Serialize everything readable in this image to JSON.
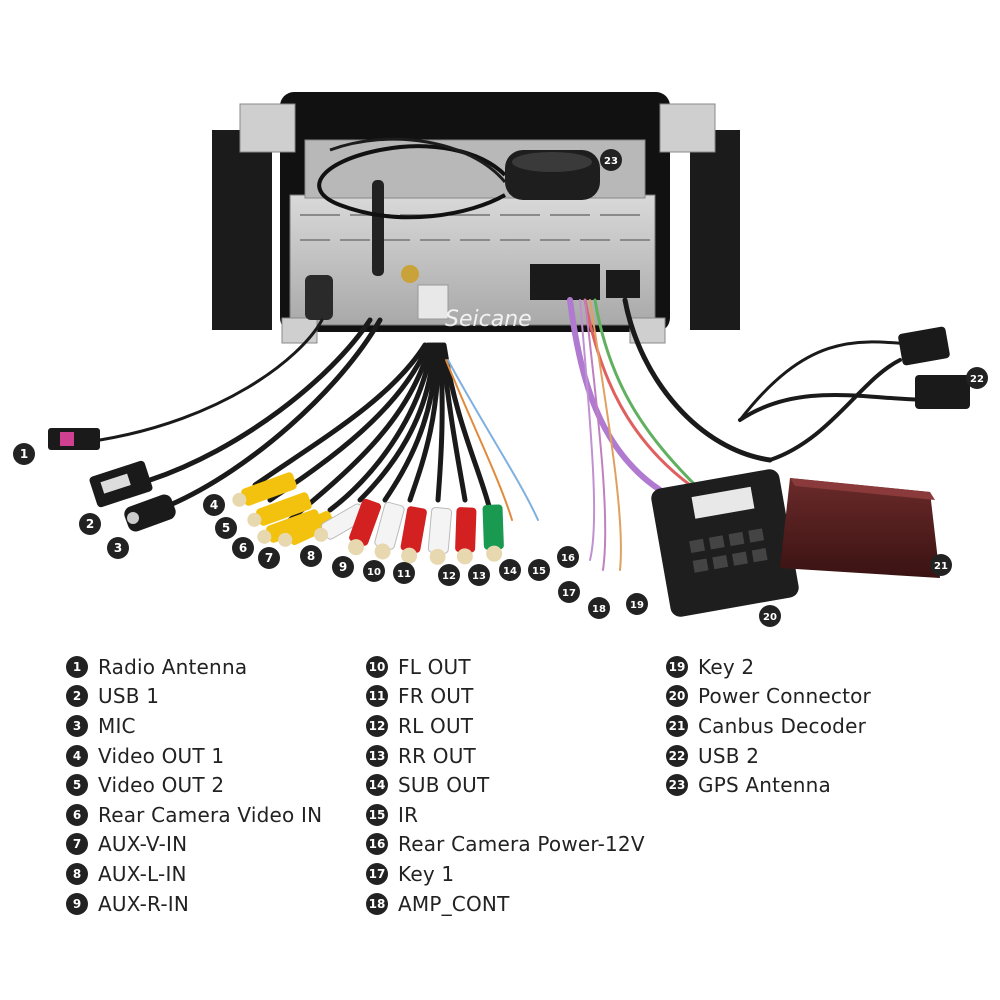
{
  "watermark": "Seicane",
  "callouts": [
    {
      "n": "1"
    },
    {
      "n": "2"
    },
    {
      "n": "3"
    },
    {
      "n": "4"
    },
    {
      "n": "5"
    },
    {
      "n": "6"
    },
    {
      "n": "7"
    },
    {
      "n": "8"
    },
    {
      "n": "9"
    },
    {
      "n": "10"
    },
    {
      "n": "11"
    },
    {
      "n": "12"
    },
    {
      "n": "13"
    },
    {
      "n": "14"
    },
    {
      "n": "15"
    },
    {
      "n": "16"
    },
    {
      "n": "17"
    },
    {
      "n": "18"
    },
    {
      "n": "19"
    },
    {
      "n": "20"
    },
    {
      "n": "21"
    },
    {
      "n": "22"
    },
    {
      "n": "23"
    }
  ],
  "legend": {
    "col1": [
      {
        "n": "1",
        "label": "Radio Antenna"
      },
      {
        "n": "2",
        "label": "USB 1"
      },
      {
        "n": "3",
        "label": "MIC"
      },
      {
        "n": "4",
        "label": "Video OUT 1"
      },
      {
        "n": "5",
        "label": "Video OUT 2"
      },
      {
        "n": "6",
        "label": "Rear Camera Video IN"
      },
      {
        "n": "7",
        "label": "AUX-V-IN"
      },
      {
        "n": "8",
        "label": "AUX-L-IN"
      },
      {
        "n": "9",
        "label": "AUX-R-IN"
      }
    ],
    "col2": [
      {
        "n": "10",
        "label": "FL OUT"
      },
      {
        "n": "11",
        "label": "FR OUT"
      },
      {
        "n": "12",
        "label": "RL OUT"
      },
      {
        "n": "13",
        "label": "RR OUT"
      },
      {
        "n": "14",
        "label": "SUB OUT"
      },
      {
        "n": "15",
        "label": "IR"
      },
      {
        "n": "16",
        "label": "Rear Camera Power-12V"
      },
      {
        "n": "17",
        "label": "Key 1"
      },
      {
        "n": "18",
        "label": "AMP_CONT"
      }
    ],
    "col3": [
      {
        "n": "19",
        "label": "Key 2"
      },
      {
        "n": "20",
        "label": "Power Connector"
      },
      {
        "n": "21",
        "label": "Canbus Decoder"
      },
      {
        "n": "22",
        "label": "USB 2"
      },
      {
        "n": "23",
        "label": "GPS Antenna"
      }
    ]
  }
}
